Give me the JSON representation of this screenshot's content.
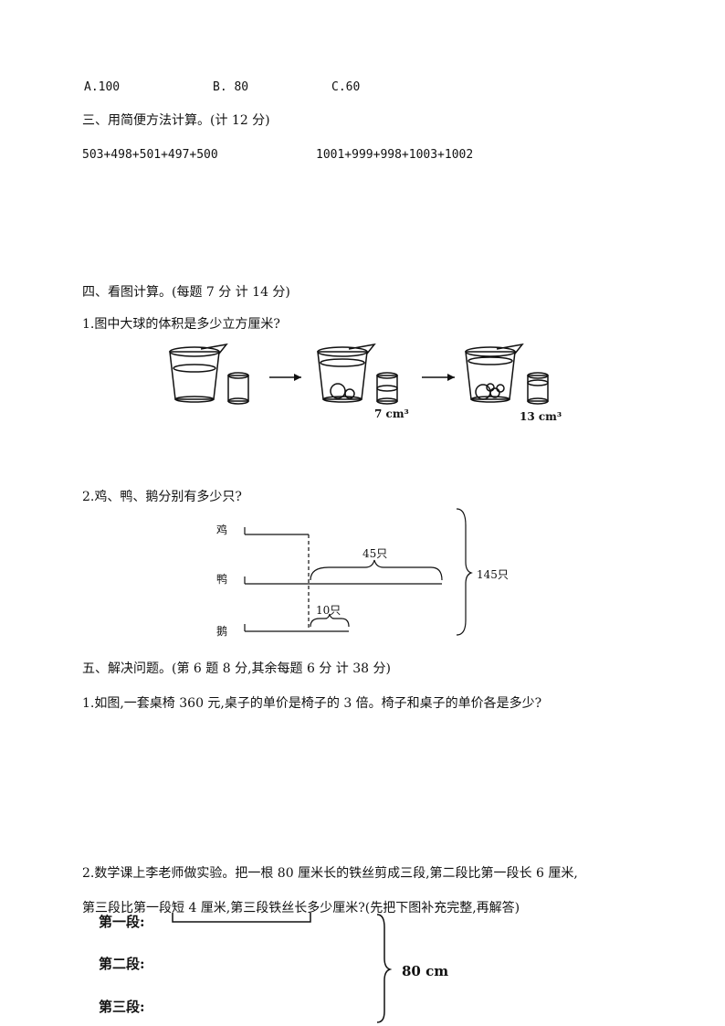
{
  "options": {
    "a": "A.100",
    "b": "B.  80",
    "c": "C.60"
  },
  "section3": {
    "heading": "三、用简便方法计算。(计 12 分)",
    "expr1": "503+498+501+497+500",
    "expr2": "1001+999+998+1003+1002"
  },
  "section4": {
    "heading": "四、看图计算。(每题 7 分   计 14 分)",
    "q1": "1.图中大球的体积是多少立方厘米?",
    "q1_label1": "7 cm³",
    "q1_label2": "13 cm³",
    "q2": "2.鸡、鸭、鹅分别有多少只?",
    "q2_diagram": {
      "row1": "鸡",
      "row2": "鸭",
      "row3": "鹅",
      "label_45": "45只",
      "label_10": "10只",
      "label_total": "145只"
    }
  },
  "section5": {
    "heading": "五、解决问题。(第 6 题 8 分,其余每题 6 分   计 38 分)",
    "q1": "1.如图,一套桌椅 360 元,桌子的单价是椅子的 3 倍。椅子和桌子的单价各是多少?",
    "q2_line1": "2.数学课上李老师做实验。把一根 80 厘米长的铁丝剪成三段,第二段比第一段长 6 厘米,",
    "q2_line2": "第三段比第一段短 4 厘米,第三段铁丝长多少厘米?(先把下图补充完整,再解答)",
    "seg1": "第一段:",
    "seg2": "第二段:",
    "seg3": "第三段:",
    "total": "80 cm"
  }
}
